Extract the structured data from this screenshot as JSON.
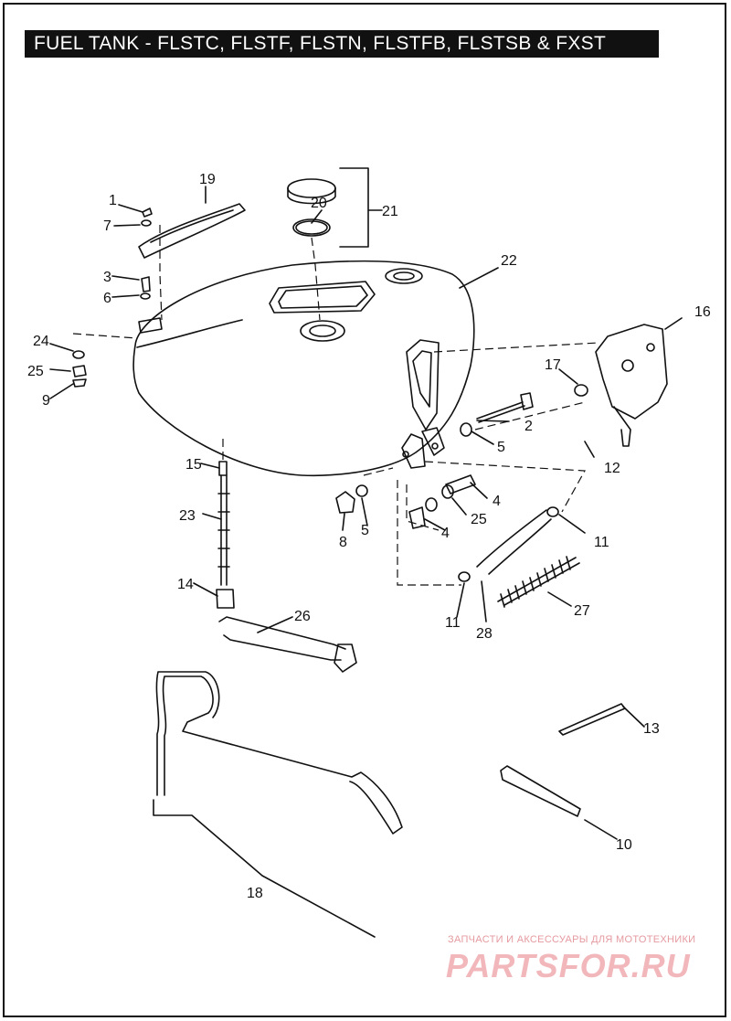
{
  "title": "FUEL TANK - FLSTC, FLSTF, FLSTN, FLSTFB, FLSTSB & FXST",
  "watermark": {
    "subtitle": "ЗАПЧАСТИ И АКСЕССУАРЫ ДЛЯ МОТОТЕХНИКИ",
    "logo": "PARTSFOR.RU"
  },
  "callouts": [
    "1",
    "7",
    "19",
    "20",
    "21",
    "22",
    "3",
    "6",
    "16",
    "24",
    "25",
    "9",
    "17",
    "2",
    "5",
    "12",
    "15",
    "4",
    "25",
    "23",
    "5",
    "8",
    "4",
    "11",
    "14",
    "11",
    "28",
    "27",
    "26",
    "13",
    "10",
    "18"
  ],
  "colors": {
    "line": "#111111",
    "title_bg": "#111111",
    "title_text": "#ffffff",
    "watermark": "#f2b7bb"
  }
}
